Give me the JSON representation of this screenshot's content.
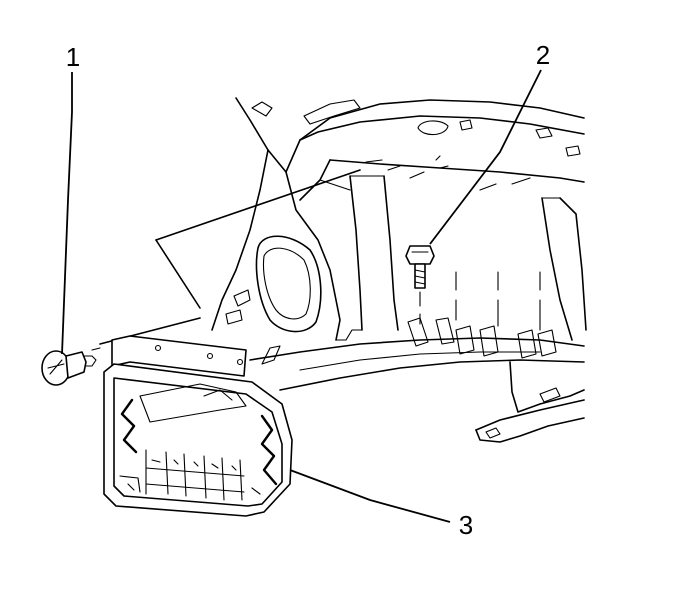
{
  "callouts": [
    {
      "id": "1",
      "label": "1",
      "part": "fastener-push-pin"
    },
    {
      "id": "2",
      "label": "2",
      "part": "bolt"
    },
    {
      "id": "3",
      "label": "3",
      "part": "bracket-box"
    }
  ]
}
